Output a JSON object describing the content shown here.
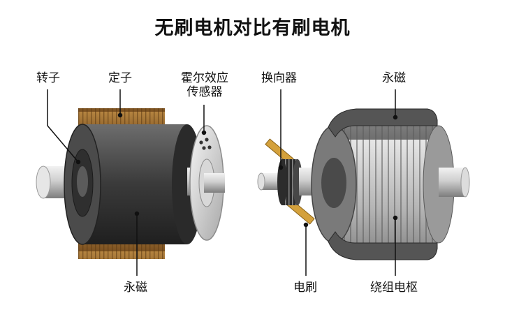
{
  "title": "无刷电机对比有刷电机",
  "brushless": {
    "rotor_label": "转子",
    "stator_label": "定子",
    "hall_sensor_label_line1": "霍尔效应",
    "hall_sensor_label_line2": "传感器",
    "magnet_label": "永磁"
  },
  "brushed": {
    "commutator_label": "换向器",
    "magnet_label": "永磁",
    "brush_label": "电刷",
    "armature_label": "绕组电枢"
  },
  "colors": {
    "copper": "#9a6a2a",
    "dark_steel": "#3c3c3c",
    "light_steel": "#c9c9c9",
    "brush": "#d4a13c"
  }
}
